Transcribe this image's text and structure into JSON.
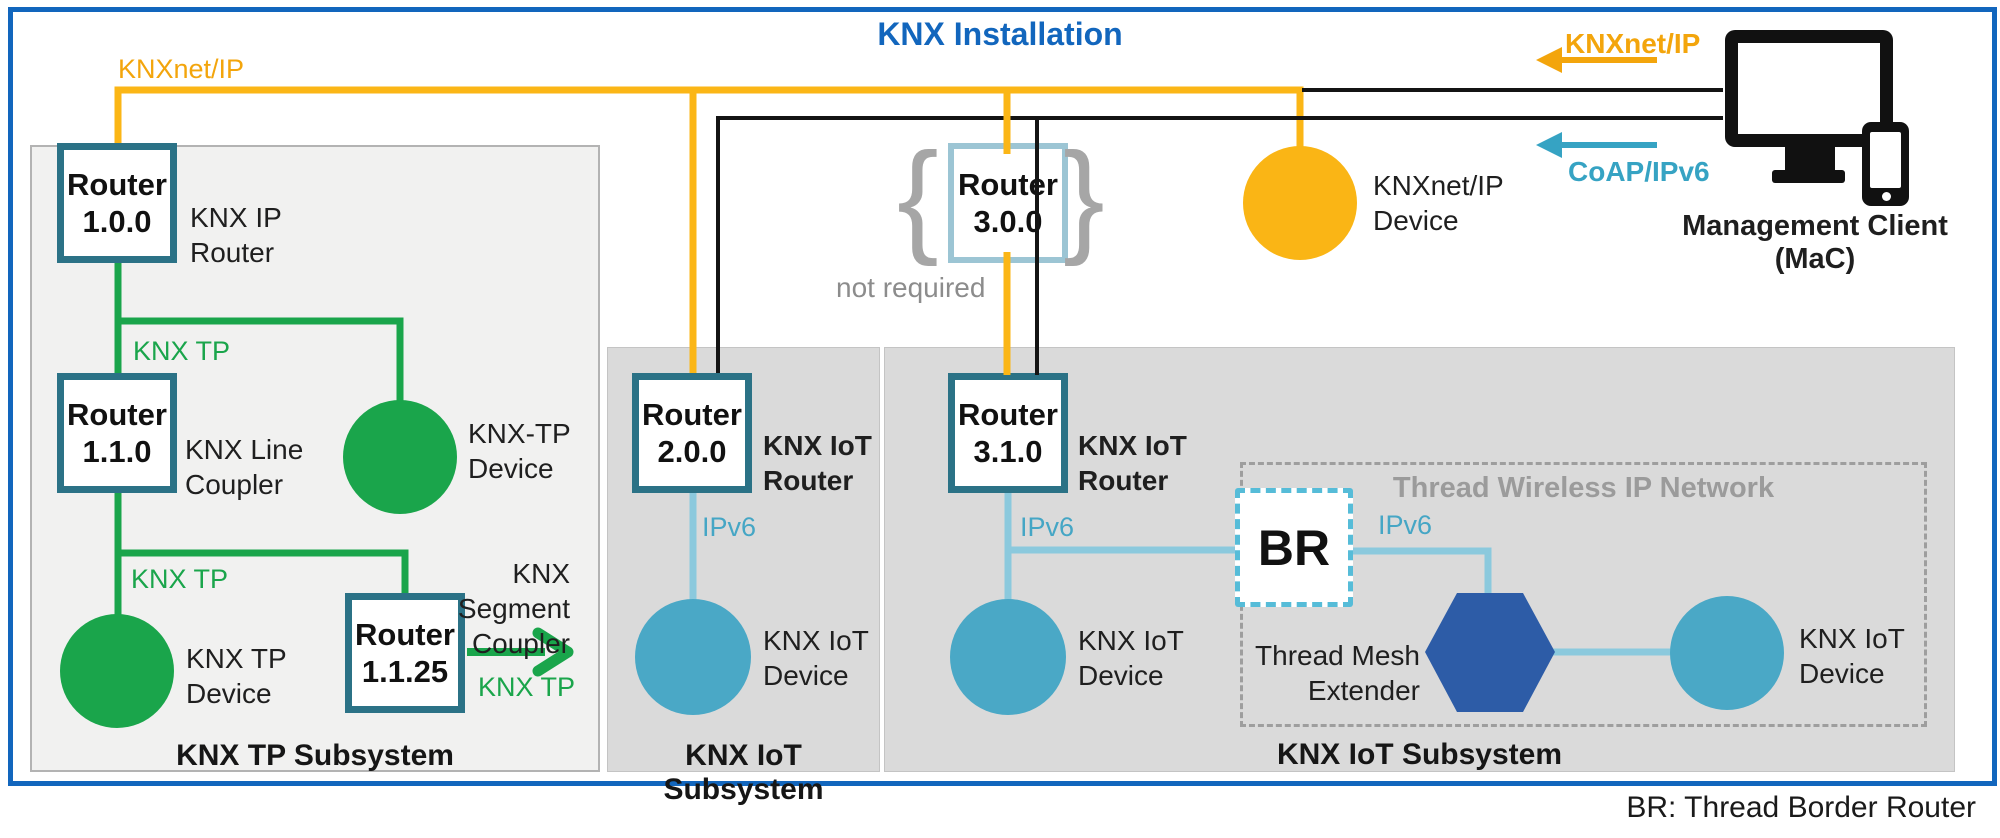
{
  "title": "KNX Installation",
  "footnote": "BR: Thread Border Router",
  "annotations": {
    "knxnet_ip_bus": "KNXnet/IP",
    "knxnet_ip_arrow": "KNXnet/IP",
    "coap_arrow": "CoAP/IPv6",
    "not_required": "not required",
    "brace_left": "{",
    "brace_right": "}"
  },
  "management_client": {
    "label": "Management Client (MaC)"
  },
  "subsystems": {
    "tp": {
      "label": "KNX TP Subsystem"
    },
    "iot_mid": {
      "label": "KNX IoT Subsystem"
    },
    "iot_right": {
      "label": "KNX IoT Subsystem"
    },
    "thread": {
      "label": "Thread Wireless IP Network"
    }
  },
  "routers": {
    "r100": {
      "label": "Router\n1.0.0",
      "role": "KNX IP\nRouter"
    },
    "r110": {
      "label": "Router\n1.1.0",
      "role": "KNX Line\nCoupler"
    },
    "r1125": {
      "label": "Router\n1.1.25",
      "role": "KNX Segment\nCoupler"
    },
    "r200": {
      "label": "Router\n2.0.0",
      "role": "KNX IoT\nRouter"
    },
    "r300": {
      "label": "Router\n3.0.0"
    },
    "r310": {
      "label": "Router\n3.1.0",
      "role": "KNX IoT\nRouter"
    }
  },
  "devices": {
    "knx_tp_a": {
      "label": "KNX-TP\nDevice"
    },
    "knx_tp_b": {
      "label": "KNX TP\nDevice"
    },
    "knxnet_ip": {
      "label": "KNXnet/IP\nDevice"
    },
    "iot_mid": {
      "label": "KNX IoT\nDevice"
    },
    "iot_right": {
      "label": "KNX IoT\nDevice"
    },
    "iot_thread": {
      "label": "KNX IoT\nDevice"
    },
    "border_router": {
      "label": "BR"
    },
    "mesh_extender": {
      "label": "Thread Mesh\nExtender"
    }
  },
  "link_labels": {
    "knx_tp_1": "KNX TP",
    "knx_tp_2": "KNX TP",
    "knx_tp_3": "KNX TP",
    "ipv6_1": "IPv6",
    "ipv6_2": "IPv6",
    "ipv6_3": "IPv6"
  },
  "colors": {
    "frame_blue": "#1266bd",
    "knxnet_orange": "#fbb616",
    "knx_tp_green": "#1aa54b",
    "iot_blue_fill": "#4aa8c6",
    "iot_blue_line": "#8bc9dd",
    "coap_teal": "#36a3c3",
    "router_border_teal": "#2b7286",
    "optional_border_blue": "#9cc5d4",
    "thread_hex_blue": "#2d5ca7",
    "br_dash_blue": "#56bcd8",
    "gray_box_light": "#f1f1f0",
    "gray_box_dark": "#dadada",
    "gray_text": "#9b9b9b"
  }
}
